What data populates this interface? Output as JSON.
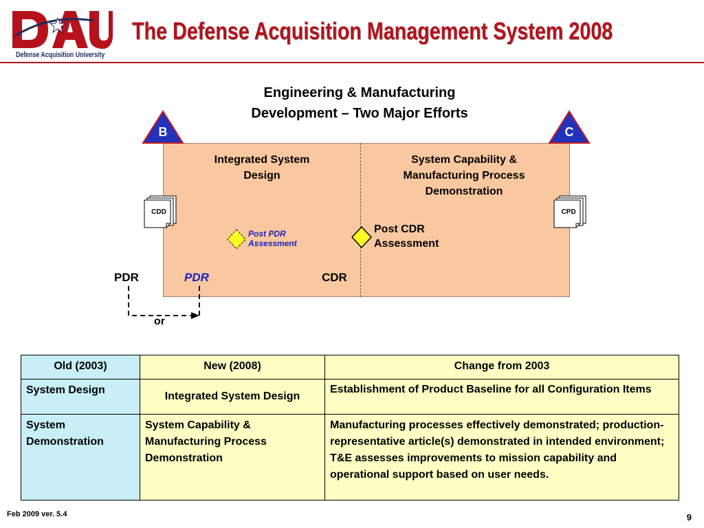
{
  "header": {
    "logo_text": "DAU",
    "logo_subtext": "Defense Acquisition University",
    "title": "The Defense Acquisition Management System 2008"
  },
  "diagram": {
    "subtitle_line1": "Engineering & Manufacturing",
    "subtitle_line2": "Development – Two Major Efforts",
    "milestone_b": "B",
    "milestone_c": "C",
    "left_phase_line1": "Integrated System",
    "left_phase_line2": "Design",
    "right_phase_line1": "System Capability &",
    "right_phase_line2": "Manufacturing Process",
    "right_phase_line3": "Demonstration",
    "cdd": "CDD",
    "cpd": "CPD",
    "post_pdr_line1": "Post PDR",
    "post_pdr_line2": "Assessment",
    "post_cdr_line1": "Post CDR",
    "post_cdr_line2": "Assessment",
    "pdr_left": "PDR",
    "pdr_italic": "PDR",
    "cdr": "CDR",
    "or": "or",
    "colors": {
      "milestone_fill": "#2233bb",
      "milestone_text": "#ffffff",
      "phase_fill": "#f9c8a0",
      "diamond": "#ffff22",
      "accent_red": "#b5121b"
    }
  },
  "table": {
    "headers": [
      "Old (2003)",
      "New (2008)",
      "Change from 2003"
    ],
    "rows": [
      {
        "old": "System Design",
        "new": "Integrated System Design",
        "change": "Establishment of Product Baseline for all Configuration Items"
      },
      {
        "old": "System Demonstration",
        "new": "System Capability & Manufacturing Process Demonstration",
        "change": "Manufacturing processes effectively demonstrated; production-representative article(s) demonstrated in intended environment; T&E assesses improvements to mission capability and operational support based on user needs."
      }
    ]
  },
  "footer": {
    "version": "Feb 2009 ver. 5.4",
    "page_number": "9"
  }
}
